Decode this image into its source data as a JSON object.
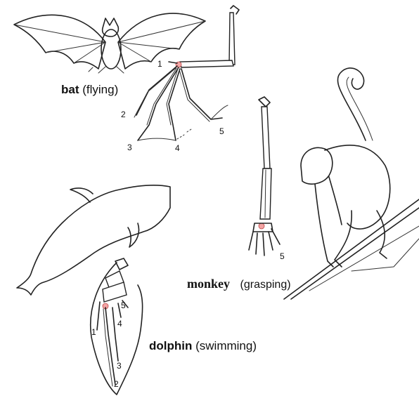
{
  "labels": {
    "bat": {
      "name": "bat",
      "mode": "(flying)"
    },
    "monkey": {
      "name": "monkey",
      "mode": "(grasping)"
    },
    "dolphin": {
      "name": "dolphin",
      "mode": "(swimming)"
    }
  },
  "digits": {
    "bat": [
      "1",
      "2",
      "3",
      "4",
      "5"
    ],
    "monkey": [
      "5"
    ],
    "dolphin": [
      "1",
      "2",
      "3",
      "4",
      "5"
    ]
  },
  "colors": {
    "ink": "#222222",
    "wrist_highlight": "#f3a3a3"
  }
}
